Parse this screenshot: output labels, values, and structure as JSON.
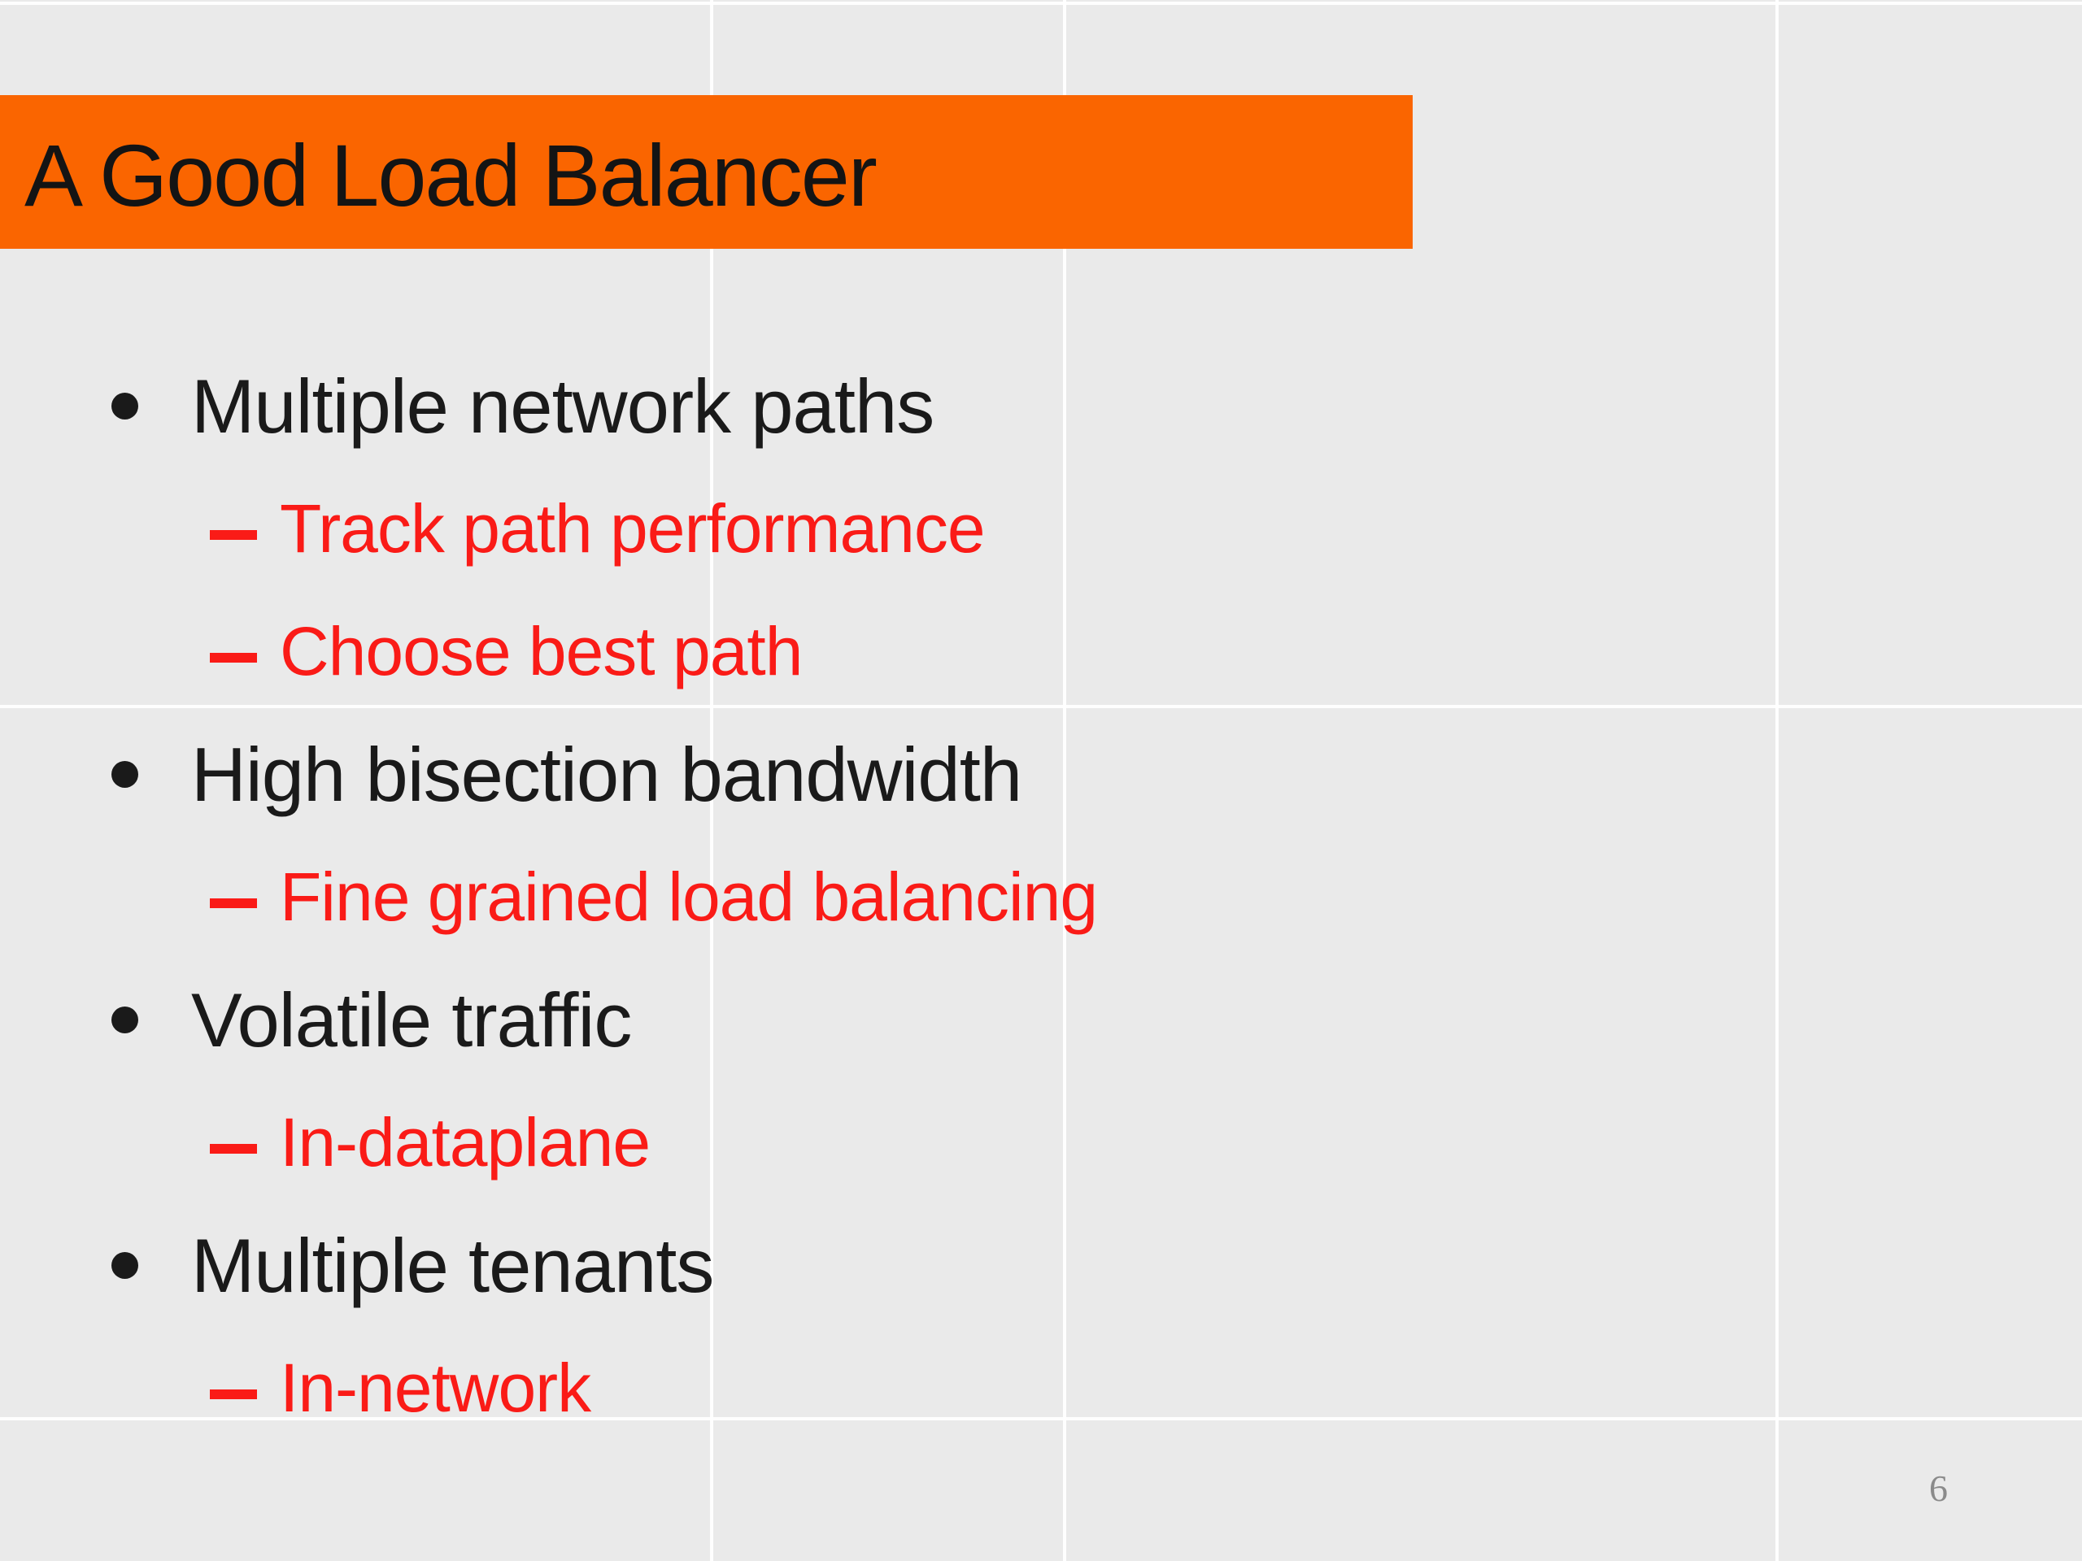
{
  "slide": {
    "title": "A Good Load Balancer",
    "bullets": [
      {
        "level": 1,
        "text": "Multiple network paths"
      },
      {
        "level": 2,
        "text": "Track path performance"
      },
      {
        "level": 2,
        "text": "Choose best path"
      },
      {
        "level": 1,
        "text": "High bisection bandwidth"
      },
      {
        "level": 2,
        "text": "Fine grained load balancing"
      },
      {
        "level": 1,
        "text": "Volatile traffic"
      },
      {
        "level": 2,
        "text": "In-dataplane"
      },
      {
        "level": 1,
        "text": "Multiple tenants"
      },
      {
        "level": 2,
        "text": "In-network"
      }
    ],
    "page_number": "6",
    "colors": {
      "background": "#EAEAEA",
      "gridline": "#FFFFFF",
      "title_bar": "#FA6500",
      "title_text": "#141414",
      "bullet_level1": "#1A1A1A",
      "bullet_level2": "#FA1B17",
      "page_number": "#8A8A8A"
    }
  }
}
